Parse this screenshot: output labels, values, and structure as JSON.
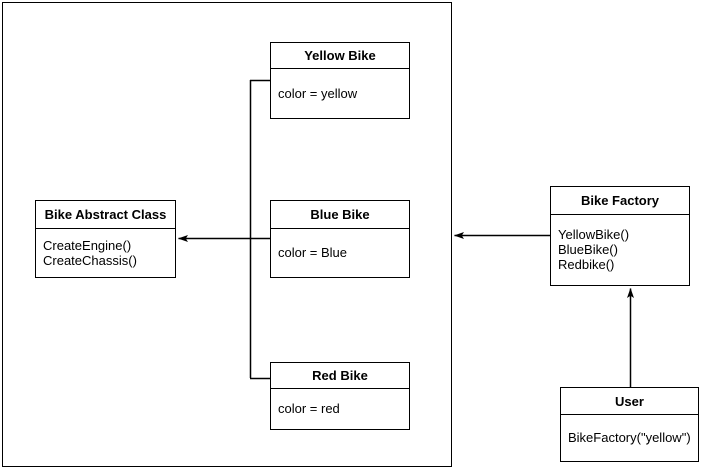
{
  "diagram": {
    "colors": {
      "line": "#000000",
      "fill": "#ffffff",
      "text": "#000000",
      "background": "#ffffff"
    },
    "boxes": {
      "yellow_bike": {
        "title": "Yellow Bike",
        "body": "color = yellow"
      },
      "blue_bike": {
        "title": "Blue Bike",
        "body": "color = Blue"
      },
      "red_bike": {
        "title": "Red Bike",
        "body": "color = red"
      },
      "bike_abstract_class": {
        "title": "Bike Abstract Class",
        "body": "CreateEngine()\nCreateChassis()"
      },
      "bike_factory": {
        "title": "Bike Factory",
        "body": "YellowBike()\nBlueBike()\nRedbike()"
      },
      "user": {
        "title": "User",
        "body": "BikeFactory(\"yellow\")"
      }
    }
  }
}
